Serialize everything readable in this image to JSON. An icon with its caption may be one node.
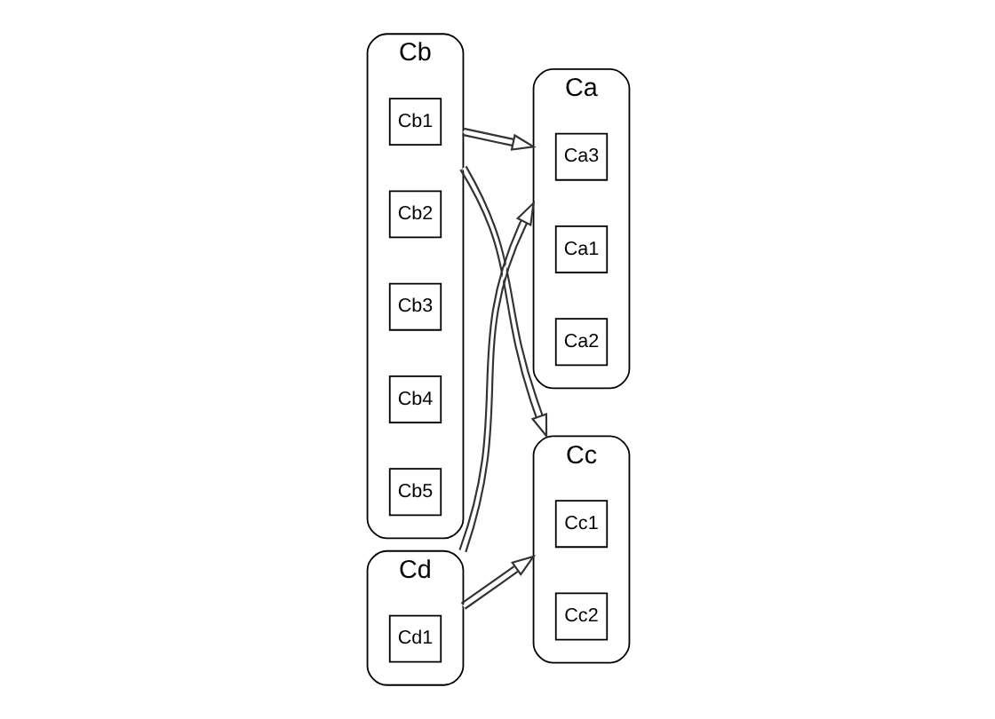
{
  "diagram": {
    "nodes": [
      {
        "text": [
          "Ca"
        ]
      },
      {
        "text": [
          "Ca3"
        ],
        "in": 0
      },
      {
        "text": [
          "Ca1"
        ],
        "in": 0
      },
      {
        "text": [
          "Ca2"
        ],
        "in": 0
      },
      {
        "text": [
          "Cb"
        ]
      },
      {
        "text": [
          "Cb1"
        ],
        "in": 4
      },
      {
        "text": [
          "Cb2"
        ],
        "in": 4
      },
      {
        "text": [
          "Cb3"
        ],
        "in": 4
      },
      {
        "text": [
          "Cb4"
        ],
        "in": 4
      },
      {
        "text": [
          "Cb5"
        ],
        "in": 4
      },
      {
        "text": [
          "Cd"
        ]
      },
      {
        "text": [
          "Cd1"
        ],
        "in": 10
      },
      {
        "text": [
          "Cc"
        ]
      },
      {
        "text": [
          "Cc1"
        ],
        "in": 12
      },
      {
        "text": [
          "Cc2"
        ],
        "in": 12
      }
    ],
    "edges": [
      {
        "from": 4,
        "to": 0,
        "arrow": "to"
      },
      {
        "from": 10,
        "to": 0,
        "arrow": "to"
      },
      {
        "from": 4,
        "to": 12,
        "arrow": "to"
      },
      {
        "from": 10,
        "to": 12,
        "arrow": "to"
      }
    ]
  }
}
